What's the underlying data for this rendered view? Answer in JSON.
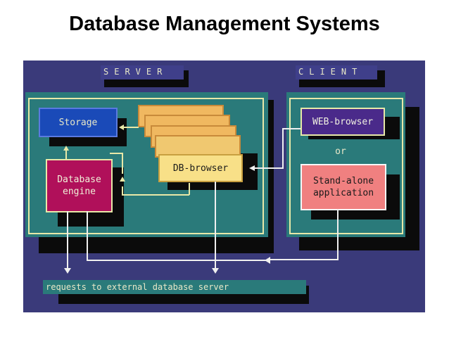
{
  "title": "Database Management Systems",
  "labels": {
    "server": "SERVER",
    "client": "CLIENT",
    "storage": "Storage",
    "database_engine_line1": "Database",
    "database_engine_line2": "engine",
    "db_browser": "DB-browser",
    "web_browser": "WEB-browser",
    "or": "or",
    "standalone_line1": "Stand-alone",
    "standalone_line2": "application",
    "requests": "requests to external database server"
  },
  "colors": {
    "background": "#3a3a7a",
    "panel": "#2a7a7a",
    "storage": "#1a4ab8",
    "engine": "#b0105a",
    "db_browser": "#f8e088",
    "db_browser_stack": "#f0b860",
    "web_browser": "#4a2a8a",
    "standalone": "#f08080",
    "line": "#e8e8a8"
  }
}
